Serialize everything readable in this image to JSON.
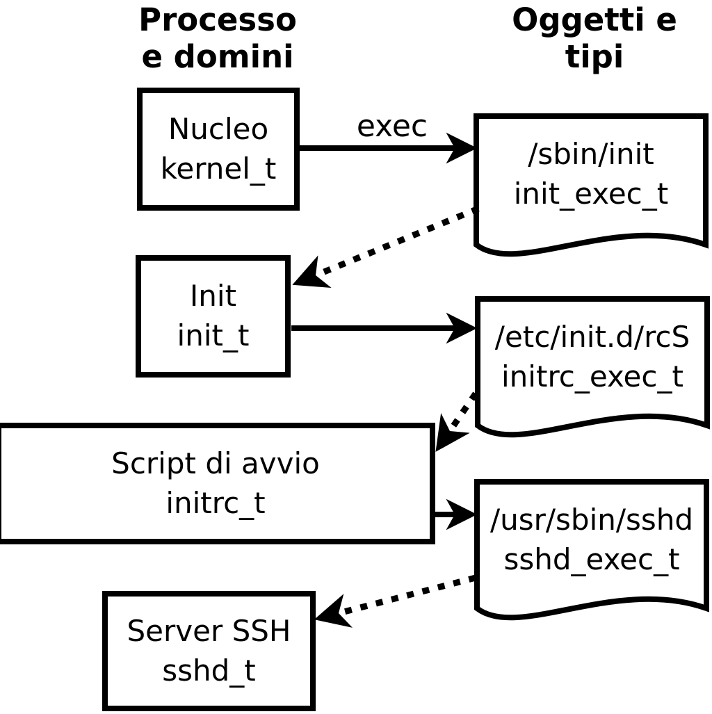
{
  "diagram": {
    "column_headers": {
      "left": "Processo\ne domini",
      "right": "Oggetti e\ntipi"
    },
    "process_nodes": [
      {
        "id": "kernel",
        "label": "Nucleo\nkernel_t"
      },
      {
        "id": "init",
        "label": "Init\ninit_t"
      },
      {
        "id": "initrc",
        "label": "Script di avvio\ninitrc_t"
      },
      {
        "id": "sshd",
        "label": "Server SSH\nsshd_t"
      }
    ],
    "object_nodes": [
      {
        "id": "init_exec",
        "label": "/sbin/init\ninit_exec_t"
      },
      {
        "id": "initrc_exec",
        "label": "/etc/init.d/rcS\ninitrc_exec_t"
      },
      {
        "id": "sshd_exec",
        "label": "/usr/sbin/sshd\nsshd_exec_t"
      }
    ],
    "edges": [
      {
        "from": "kernel",
        "to": "init_exec",
        "style": "solid",
        "label": "exec"
      },
      {
        "from": "init_exec",
        "to": "init",
        "style": "dotted",
        "label": ""
      },
      {
        "from": "init",
        "to": "initrc_exec",
        "style": "solid",
        "label": ""
      },
      {
        "from": "initrc_exec",
        "to": "initrc",
        "style": "dotted",
        "label": ""
      },
      {
        "from": "initrc",
        "to": "sshd_exec",
        "style": "solid",
        "label": ""
      },
      {
        "from": "sshd_exec",
        "to": "sshd",
        "style": "dotted",
        "label": ""
      }
    ],
    "colors": {
      "ink": "#000000",
      "paper": "#ffffff"
    }
  }
}
